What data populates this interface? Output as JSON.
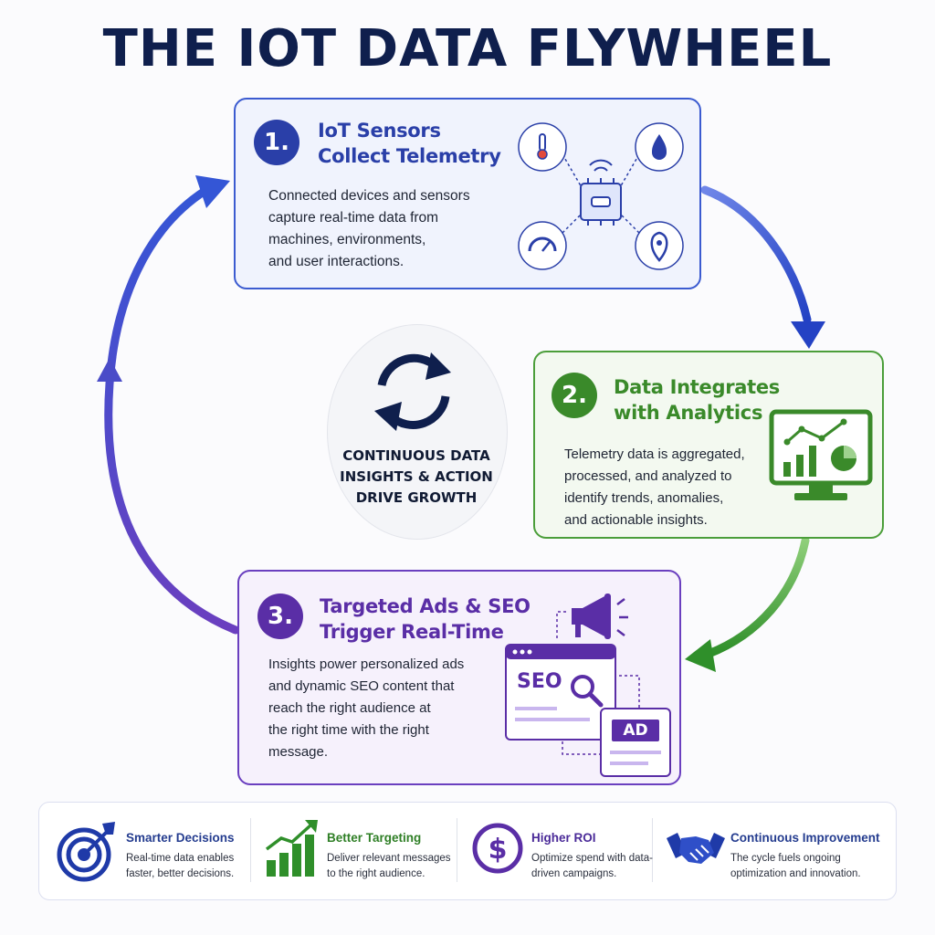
{
  "title": "THE IOT DATA FLYWHEEL",
  "steps": [
    {
      "number": "1.",
      "title_line1": "IoT Sensors",
      "title_line2": "Collect Telemetry",
      "desc": [
        "Connected devices and sensors",
        "capture real-time data from",
        "machines, environments,",
        "and user interactions."
      ],
      "color": "#2a3fa8"
    },
    {
      "number": "2.",
      "title_line1": "Data Integrates",
      "title_line2": "with Analytics",
      "desc": [
        "Telemetry data is aggregated,",
        "processed, and analyzed to",
        "identify trends, anomalies,",
        "and actionable insights."
      ],
      "color": "#3a8a2a"
    },
    {
      "number": "3.",
      "title_line1": "Targeted Ads & SEO",
      "title_line2": "Trigger Real-Time",
      "desc": [
        "Insights power personalized ads",
        "and dynamic SEO content that",
        "reach the right audience at",
        "the right time with the right",
        "message."
      ],
      "color": "#5a2ea6"
    }
  ],
  "center": {
    "lines": [
      "CONTINUOUS DATA",
      "INSIGHTS & ACTION",
      "DRIVE GROWTH"
    ]
  },
  "ad_labels": {
    "seo": "SEO",
    "ad": "AD"
  },
  "benefits": [
    {
      "title": "Smarter Decisions",
      "desc": [
        "Real-time data enables",
        "faster, better decisions."
      ],
      "icon": "target-icon"
    },
    {
      "title": "Better Targeting",
      "desc": [
        "Deliver relevant messages",
        "to the right audience."
      ],
      "icon": "growth-chart-icon"
    },
    {
      "title": "Higher ROI",
      "desc": [
        "Optimize spend with data-",
        "driven campaigns."
      ],
      "icon": "dollar-icon"
    },
    {
      "title": "Continuous Improvement",
      "desc": [
        "The cycle fuels ongoing",
        "optimization and innovation."
      ],
      "icon": "handshake-icon"
    }
  ],
  "colors": {
    "navy": "#0f1f4d",
    "blue": "#3b5bd0",
    "green": "#4b9e3a",
    "purple": "#6a3fbf"
  }
}
